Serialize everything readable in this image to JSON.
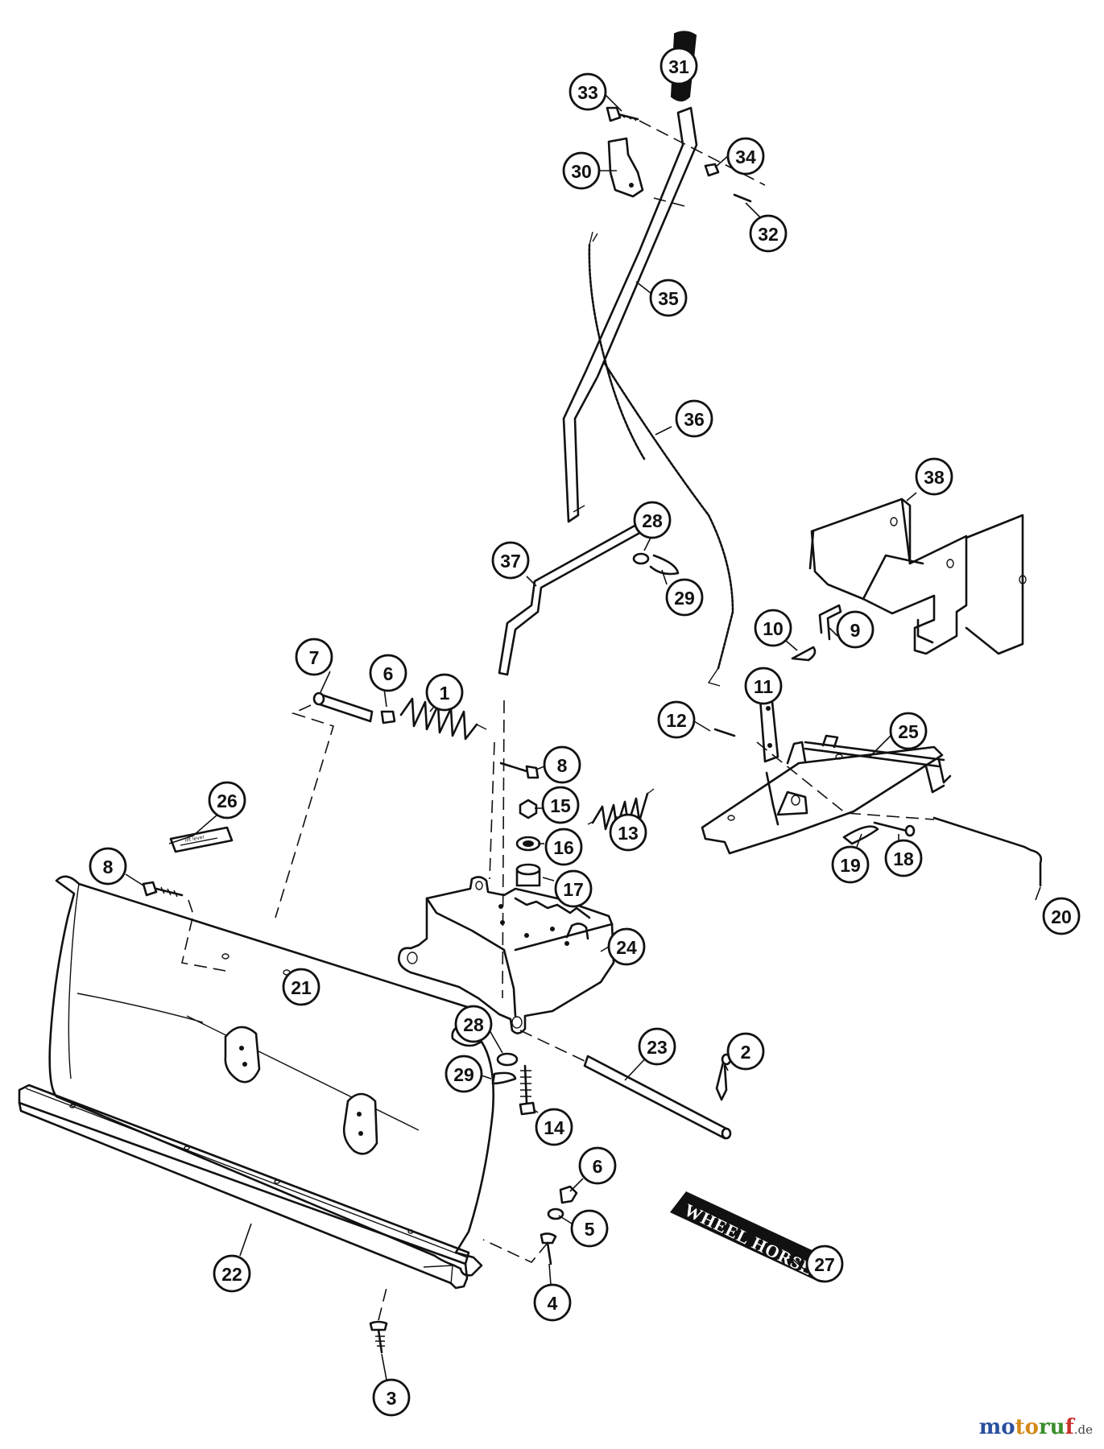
{
  "diagram": {
    "badge_text": "WHEEL HORSE",
    "callouts": [
      {
        "id": "c31",
        "label": "31"
      },
      {
        "id": "c33",
        "label": "33"
      },
      {
        "id": "c34",
        "label": "34"
      },
      {
        "id": "c30",
        "label": "30"
      },
      {
        "id": "c32",
        "label": "32"
      },
      {
        "id": "c35",
        "label": "35"
      },
      {
        "id": "c36",
        "label": "36"
      },
      {
        "id": "c38",
        "label": "38"
      },
      {
        "id": "c28a",
        "label": "28"
      },
      {
        "id": "c37",
        "label": "37"
      },
      {
        "id": "c29a",
        "label": "29"
      },
      {
        "id": "c10",
        "label": "10"
      },
      {
        "id": "c9",
        "label": "9"
      },
      {
        "id": "c7",
        "label": "7"
      },
      {
        "id": "c6a",
        "label": "6"
      },
      {
        "id": "c1",
        "label": "1"
      },
      {
        "id": "c11",
        "label": "11"
      },
      {
        "id": "c12",
        "label": "12"
      },
      {
        "id": "c25",
        "label": "25"
      },
      {
        "id": "c8a",
        "label": "8"
      },
      {
        "id": "c15",
        "label": "15"
      },
      {
        "id": "c26",
        "label": "26"
      },
      {
        "id": "c13",
        "label": "13"
      },
      {
        "id": "c16",
        "label": "16"
      },
      {
        "id": "c19",
        "label": "19"
      },
      {
        "id": "c18",
        "label": "18"
      },
      {
        "id": "c8b",
        "label": "8"
      },
      {
        "id": "c17",
        "label": "17"
      },
      {
        "id": "c20",
        "label": "20"
      },
      {
        "id": "c24",
        "label": "24"
      },
      {
        "id": "c21",
        "label": "21"
      },
      {
        "id": "c28b",
        "label": "28"
      },
      {
        "id": "c23",
        "label": "23"
      },
      {
        "id": "c2",
        "label": "2"
      },
      {
        "id": "c29b",
        "label": "29"
      },
      {
        "id": "c14",
        "label": "14"
      },
      {
        "id": "c6b",
        "label": "6"
      },
      {
        "id": "c5",
        "label": "5"
      },
      {
        "id": "c27",
        "label": "27"
      },
      {
        "id": "c22",
        "label": "22"
      },
      {
        "id": "c4",
        "label": "4"
      },
      {
        "id": "c3",
        "label": "3"
      }
    ]
  },
  "watermark": {
    "m1": "mo",
    "m2": "to",
    "m3": "ru",
    "m4": "f",
    "suffix": ".de"
  }
}
